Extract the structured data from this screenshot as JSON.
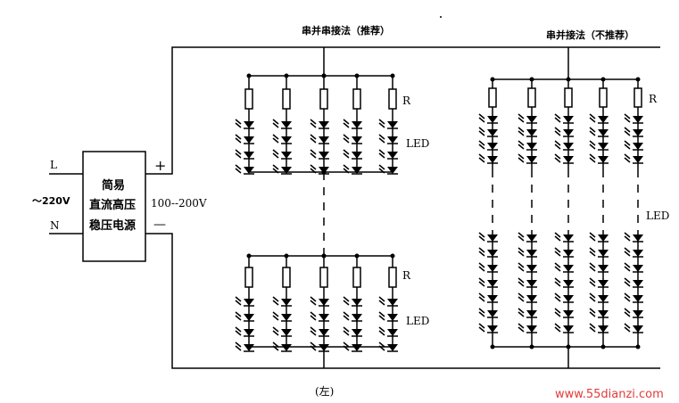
{
  "diagram": {
    "power_supply": {
      "line1": "简易",
      "line2": "直流高压",
      "line3": "稳压电源"
    },
    "input": {
      "live_label": "L",
      "neutral_label": "N",
      "voltage": "～220V"
    },
    "output": {
      "plus": "+",
      "minus": "—",
      "voltage": "100--200V"
    },
    "left_circuit": {
      "title": "串并串接法（推荐）",
      "resistor_label_top": "R",
      "resistor_label_bottom": "R",
      "led_label_top": "LED",
      "led_label_bottom": "LED",
      "caption": "(左)"
    },
    "right_circuit": {
      "title": "串并接法（不推荐）",
      "resistor_label": "R",
      "led_label": "LED"
    },
    "watermark": "www.55dianzi.com"
  }
}
